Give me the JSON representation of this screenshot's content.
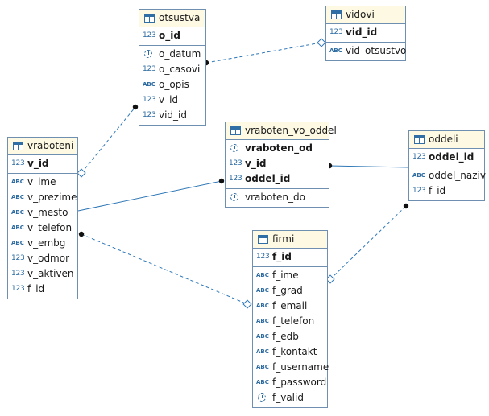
{
  "colors": {
    "line": "#2f78b7",
    "header_fill": "#fdf9e3",
    "border": "#6f8fb0",
    "icon": "#2b6aa0"
  },
  "icons": {
    "table": "table-icon",
    "numeric": "123",
    "text": "ABC",
    "date": "clock-icon"
  },
  "entities": [
    {
      "id": "otsustva",
      "name": "otsustva",
      "sections": [
        [
          {
            "type": "num",
            "label": "o_id",
            "pk": true
          }
        ],
        [
          {
            "type": "date",
            "label": "o_datum"
          },
          {
            "type": "num",
            "label": "o_casovi"
          },
          {
            "type": "abc",
            "label": "o_opis"
          },
          {
            "type": "num",
            "label": "v_id"
          },
          {
            "type": "num",
            "label": "vid_id"
          }
        ]
      ]
    },
    {
      "id": "vidovi",
      "name": "vidovi",
      "sections": [
        [
          {
            "type": "num",
            "label": "vid_id",
            "pk": true
          }
        ],
        [
          {
            "type": "abc",
            "label": "vid_otsustvo"
          }
        ]
      ]
    },
    {
      "id": "vraboteni",
      "name": "vraboteni",
      "sections": [
        [
          {
            "type": "num",
            "label": "v_id",
            "pk": true
          }
        ],
        [
          {
            "type": "abc",
            "label": "v_ime"
          },
          {
            "type": "abc",
            "label": "v_prezime"
          },
          {
            "type": "abc",
            "label": "v_mesto"
          },
          {
            "type": "abc",
            "label": "v_telefon"
          },
          {
            "type": "abc",
            "label": "v_embg"
          },
          {
            "type": "num",
            "label": "v_odmor"
          },
          {
            "type": "num",
            "label": "v_aktiven"
          },
          {
            "type": "num",
            "label": "f_id"
          }
        ]
      ]
    },
    {
      "id": "vraboten_vo_oddel",
      "name": "vraboten_vo_oddel",
      "sections": [
        [
          {
            "type": "date",
            "label": "vraboten_od",
            "pk": true
          },
          {
            "type": "num",
            "label": "v_id",
            "pk": true
          },
          {
            "type": "num",
            "label": "oddel_id",
            "pk": true
          }
        ],
        [
          {
            "type": "date",
            "label": "vraboten_do"
          }
        ]
      ]
    },
    {
      "id": "oddeli",
      "name": "oddeli",
      "sections": [
        [
          {
            "type": "num",
            "label": "oddel_id",
            "pk": true
          }
        ],
        [
          {
            "type": "abc",
            "label": "oddel_naziv"
          },
          {
            "type": "num",
            "label": "f_id"
          }
        ]
      ]
    },
    {
      "id": "firmi",
      "name": "firmi",
      "sections": [
        [
          {
            "type": "num",
            "label": "f_id",
            "pk": true
          }
        ],
        [
          {
            "type": "abc",
            "label": "f_ime"
          },
          {
            "type": "abc",
            "label": "f_grad"
          },
          {
            "type": "abc",
            "label": "f_email"
          },
          {
            "type": "abc",
            "label": "f_telefon"
          },
          {
            "type": "abc",
            "label": "f_edb"
          },
          {
            "type": "abc",
            "label": "f_kontakt"
          },
          {
            "type": "abc",
            "label": "f_username"
          },
          {
            "type": "abc",
            "label": "f_password"
          },
          {
            "type": "date",
            "label": "f_valid"
          }
        ]
      ]
    }
  ],
  "relationships": [
    {
      "id": "otsustva-vidovi",
      "from": "otsustva",
      "to": "vidovi",
      "style": "dashed"
    },
    {
      "id": "vraboteni-otsustva",
      "from": "vraboteni",
      "to": "otsustva",
      "style": "dashed"
    },
    {
      "id": "vraboteni-vraboten_vo_oddel",
      "from": "vraboteni",
      "to": "vraboten_vo_oddel",
      "style": "solid"
    },
    {
      "id": "oddeli-vraboten_vo_oddel",
      "from": "oddeli",
      "to": "vraboten_vo_oddel",
      "style": "solid"
    },
    {
      "id": "vraboteni-firmi",
      "from": "vraboteni",
      "to": "firmi",
      "style": "dashed"
    },
    {
      "id": "firmi-oddeli",
      "from": "firmi",
      "to": "oddeli",
      "style": "dashed"
    }
  ]
}
